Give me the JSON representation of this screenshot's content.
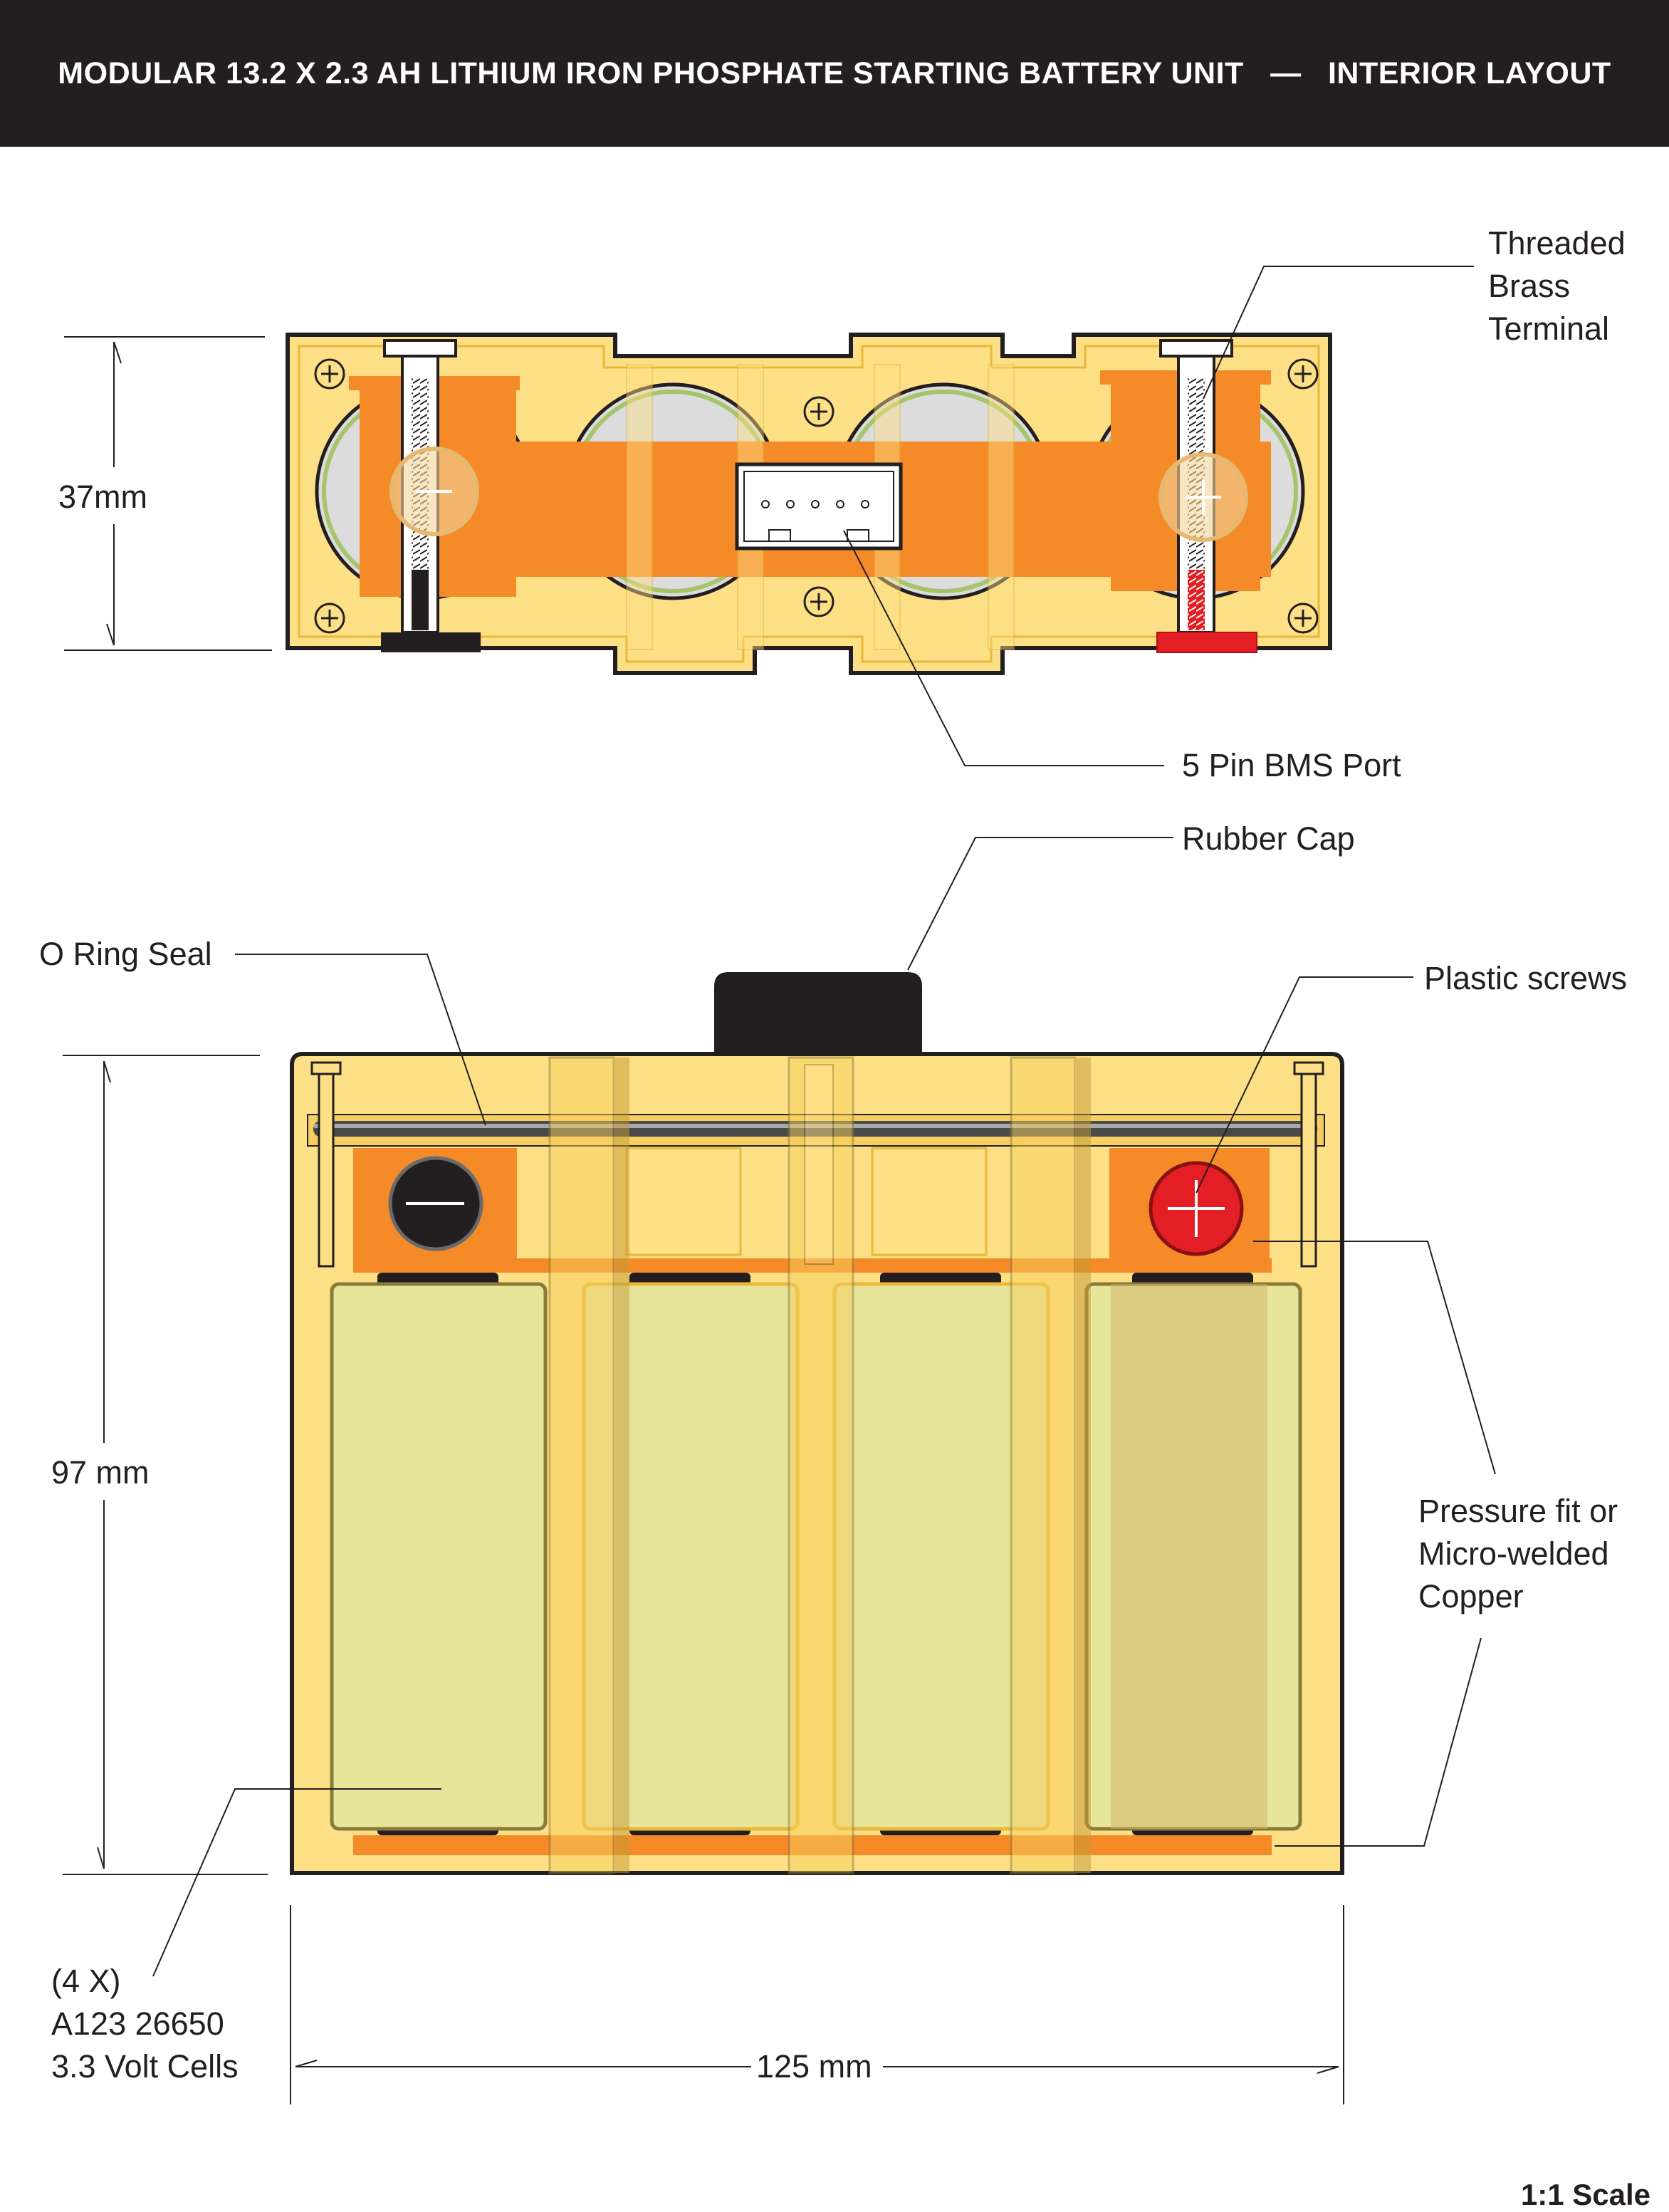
{
  "header": {
    "title": "MODULAR 13.2 X 2.3 AH LITHIUM IRON PHOSPHATE STARTING BATTERY UNIT   —   INTERIOR LAYOUT"
  },
  "top_view": {
    "height_dimension": "37mm",
    "labels": {
      "terminal_line1": "Threaded",
      "terminal_line2": "Brass",
      "terminal_line3": "Terminal",
      "bms_port": "5 Pin BMS Port"
    }
  },
  "front_view": {
    "height_dimension": "97 mm",
    "width_dimension": "125 mm",
    "labels": {
      "rubber_cap": "Rubber Cap",
      "o_ring_seal": "O Ring Seal",
      "plastic_screws": "Plastic screws",
      "copper_line1": "Pressure fit or",
      "copper_line2": "Micro-welded",
      "copper_line3": "Copper",
      "cells_line1": "(4 X)",
      "cells_line2": "A123 26650",
      "cells_line3": "3.3 Volt Cells"
    }
  },
  "footer": {
    "scale": "1:1 Scale"
  },
  "colors": {
    "case_yellow": "#fde085",
    "bus_orange": "#f48a28",
    "cell_green": "#e7e59a",
    "negative_terminal": "#231f20",
    "positive_terminal": "#e31e24",
    "title_bar": "#231f20"
  }
}
